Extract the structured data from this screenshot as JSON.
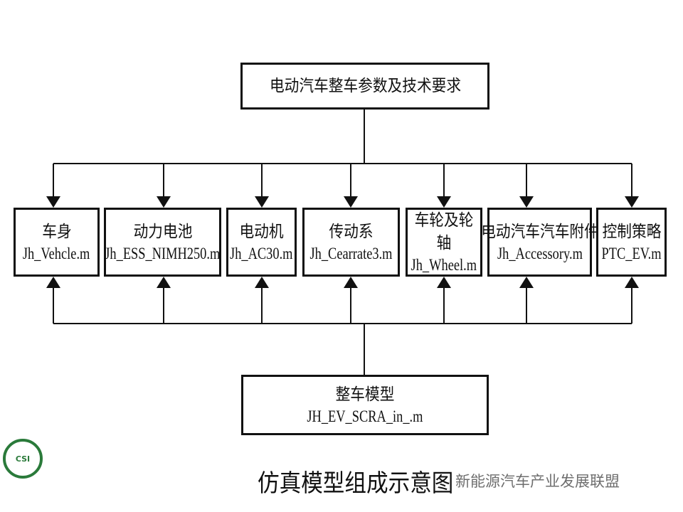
{
  "top": {
    "title": "电动汽车整车参数及技术要求"
  },
  "modules": [
    {
      "cn": "车身",
      "file": "Jh_Vehcle.m"
    },
    {
      "cn": "动力电池",
      "file": "Jh_ESS_NIMH250.m"
    },
    {
      "cn": "电动机",
      "file": "Jh_AC30.m"
    },
    {
      "cn": "传动系",
      "file": "Jh_Cearrate3.m"
    },
    {
      "cn": "车轮及轮轴",
      "file": "Jh_Wheel.m"
    },
    {
      "cn": "电动汽车汽车附件",
      "file": "Jh_Accessory.m"
    },
    {
      "cn": "控制策略",
      "file": "PTC_EV.m"
    }
  ],
  "bottom": {
    "cn": "整车模型",
    "file": "JH_EV_SCRA_in_.m"
  },
  "caption": "仿真模型组成示意图",
  "watermark": "新能源汽车产业发展联盟",
  "logo": "CSI"
}
